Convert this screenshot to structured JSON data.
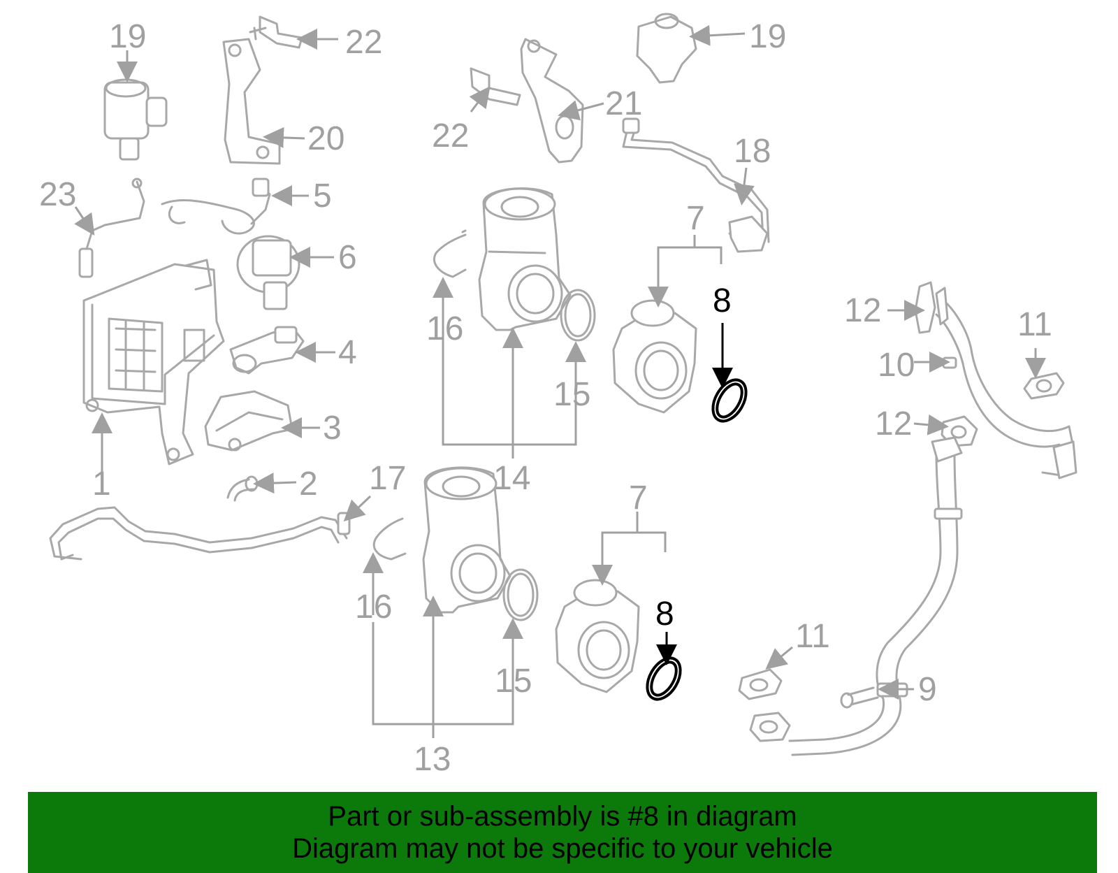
{
  "diagram": {
    "highlighted_part": "8",
    "callouts": [
      "1",
      "2",
      "3",
      "4",
      "5",
      "6",
      "7",
      "7",
      "8",
      "8",
      "9",
      "10",
      "11",
      "11",
      "12",
      "12",
      "13",
      "14",
      "15",
      "15",
      "16",
      "16",
      "17",
      "18",
      "19",
      "19",
      "20",
      "21",
      "22",
      "22",
      "23"
    ],
    "colors": {
      "part_gray": "#a8a8a8",
      "label_gray": "#a0a0a0",
      "highlight": "#000000",
      "footer_bg": "#0b7a0b"
    }
  },
  "footer": {
    "line1": "Part or sub-assembly is #8 in diagram",
    "line2": "Diagram may not be specific to your vehicle"
  }
}
